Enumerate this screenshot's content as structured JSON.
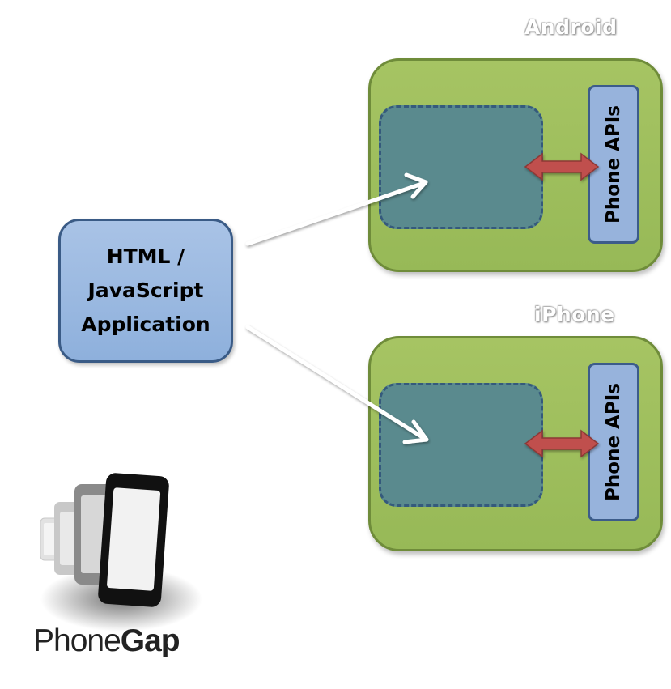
{
  "app": {
    "label_lines": [
      "HTML /",
      "JavaScript",
      "Application"
    ]
  },
  "platforms": [
    {
      "title": "Android",
      "api_label": "Phone APIs"
    },
    {
      "title": "iPhone",
      "api_label": "Phone APIs"
    }
  ],
  "logo": {
    "text_regular": "Phone",
    "text_bold": "Gap"
  },
  "colors": {
    "app_box": "#97b3dc",
    "device": "#9ebe5c",
    "webview": "#5a8a8e",
    "api_box": "#97b3dc",
    "bridge_arrow": "#c0504d",
    "flow_arrow": "#ffffff"
  }
}
